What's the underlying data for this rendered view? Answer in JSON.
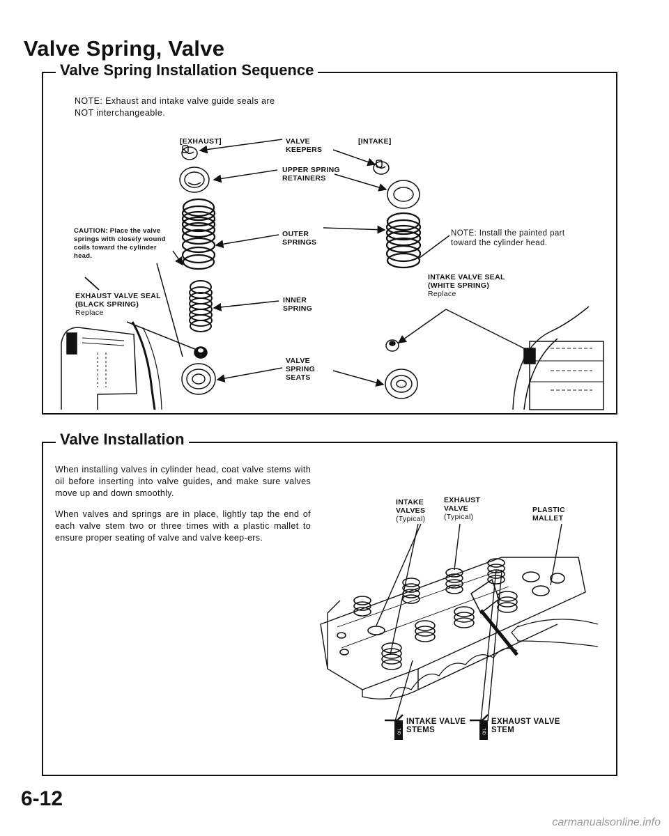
{
  "page_title": "Valve Spring, Valve",
  "section1": {
    "title": "Valve Spring Installation Sequence",
    "note_line1": "NOTE:  Exhaust and intake valve  guide seals are",
    "note_line2": "NOT interchangeable.",
    "labels": {
      "exhaust": "[EXHAUST]",
      "intake": "[INTAKE]",
      "valve_keepers_1": "VALVE",
      "valve_keepers_2": "KEEPERS",
      "upper_retainers_1": "UPPER SPRING",
      "upper_retainers_2": "RETAINERS",
      "outer_springs_1": "OUTER",
      "outer_springs_2": "SPRINGS",
      "inner_spring_1": "INNER",
      "inner_spring_2": "SPRING",
      "seats_1": "VALVE",
      "seats_2": "SPRING",
      "seats_3": "SEATS",
      "caution_1": "CAUTION: Place the valve",
      "caution_2": "springs with closely wound",
      "caution_3": "coils toward the cylinder",
      "caution_4": "head.",
      "exhaust_seal_1": "EXHAUST VALVE SEAL",
      "exhaust_seal_2": "(BLACK SPRING)",
      "exhaust_seal_3": "Replace",
      "paint_note_1": "NOTE: Install the painted part",
      "paint_note_2": "toward the cylinder head.",
      "intake_seal_1": "INTAKE VALVE SEAL",
      "intake_seal_2": "(WHITE SPRING)",
      "intake_seal_3": "Replace"
    }
  },
  "section2": {
    "title": "Valve Installation",
    "para1": "When installing valves in cylinder head, coat valve stems with oil before inserting into valve guides, and make sure valves move up and down smoothly.",
    "para2": "When valves and springs are in place, lightly tap the end of each valve stem two or three times with a plastic mallet to ensure proper seating of valve and valve keep-ers.",
    "labels": {
      "intake_valves_1": "INTAKE",
      "intake_valves_2": "VALVES",
      "intake_valves_3": "(Typical)",
      "exhaust_valve_1": "EXHAUST",
      "exhaust_valve_2": "VALVE",
      "exhaust_valve_3": "(Typical)",
      "mallet_1": "PLASTIC",
      "mallet_2": "MALLET",
      "intake_stems_1": "INTAKE VALVE",
      "intake_stems_2": "STEMS",
      "exhaust_stem_1": "EXHAUST VALVE",
      "exhaust_stem_2": "STEM",
      "oil_icon_text": "OIL"
    }
  },
  "page_number": "6-12",
  "watermark": "carmanualsonline.info"
}
